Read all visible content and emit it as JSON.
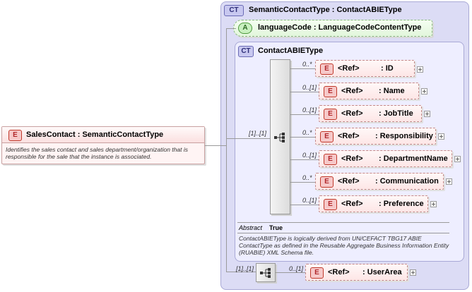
{
  "root": {
    "badge": "E",
    "title": "SalesContact : SemanticContactType",
    "description": "Identifies the sales contact and sales department/organization that is responsible for the sale that the instance is associated."
  },
  "outer_type": {
    "badge": "CT",
    "title": "SemanticContactType : ContactABIEType"
  },
  "attribute": {
    "badge": "A",
    "title": "languageCode : LanguageCodeContentType"
  },
  "inner_type": {
    "badge": "CT",
    "title": "ContactABIEType",
    "sequence_cardinality": "[1]..[1]",
    "abstract_label": "Abstract",
    "abstract_value": "True",
    "description": "ContactABIEType is logically derived from UN/CEFACT TBG17 ABIE ContactType as defined in the Reusable Aggregate Business Information Entity (RUABIE) XML Schema file."
  },
  "children": [
    {
      "cardinality": "0..*",
      "badge": "E",
      "ref": "<Ref>",
      "name": ": ID"
    },
    {
      "cardinality": "0..[1]",
      "badge": "E",
      "ref": "<Ref>",
      "name": ": Name"
    },
    {
      "cardinality": "0..[1]",
      "badge": "E",
      "ref": "<Ref>",
      "name": ": JobTitle"
    },
    {
      "cardinality": "0..*",
      "badge": "E",
      "ref": "<Ref>",
      "name": ": Responsibility"
    },
    {
      "cardinality": "0..[1]",
      "badge": "E",
      "ref": "<Ref>",
      "name": ": DepartmentName"
    },
    {
      "cardinality": "0..*",
      "badge": "E",
      "ref": "<Ref>",
      "name": ": Communication"
    },
    {
      "cardinality": "0..[1]",
      "badge": "E",
      "ref": "<Ref>",
      "name": ": Preference"
    }
  ],
  "extension": {
    "sequence_cardinality": "[1]..[1]",
    "cardinality": "0..[1]",
    "badge": "E",
    "ref": "<Ref>",
    "name": ": UserArea"
  }
}
